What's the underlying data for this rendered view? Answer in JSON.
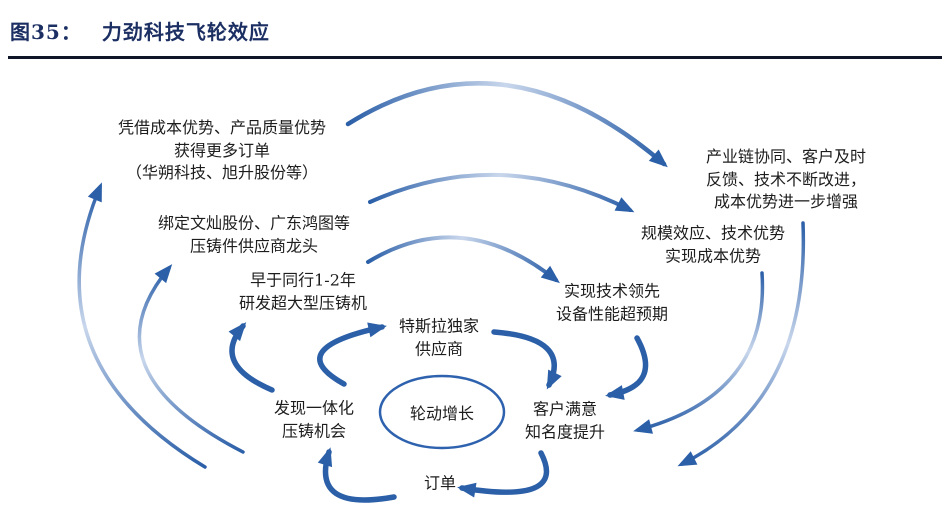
{
  "figure": {
    "label": "图35：",
    "title": "力劲科技飞轮效应"
  },
  "center": {
    "label": "轮动增长"
  },
  "nodes": [
    {
      "id": "outer-top-left",
      "text": "凭借成本优势、产品质量优势\n获得更多订单\n（华朔科技、旭升股份等）"
    },
    {
      "id": "ring3-left",
      "text": "绑定文灿股份、广东鸿图等\n压铸件供应商龙头"
    },
    {
      "id": "ring2-left",
      "text": "早于同行1-2年\n研发超大型压铸机"
    },
    {
      "id": "inner-top",
      "text": "特斯拉独家\n供应商"
    },
    {
      "id": "inner-left",
      "text": "发现一体化\n压铸机会"
    },
    {
      "id": "inner-bottom",
      "text": "订单"
    },
    {
      "id": "inner-right",
      "text": "客户满意\n知名度提升"
    },
    {
      "id": "ring2-right",
      "text": "实现技术领先\n设备性能超预期"
    },
    {
      "id": "ring3-right",
      "text": "规模效应、技术优势\n实现成本优势"
    },
    {
      "id": "outer-top-right",
      "text": "产业链协同、客户及时\n反馈、技术不断改进，\n成本优势进一步增强"
    }
  ],
  "icons": [
    {
      "name": "flywheel-arrow-icon",
      "meaning": "clockwise curved flow arrow"
    }
  ],
  "colors": {
    "arrow_blue": "#2b5fa8",
    "arrow_light_mid": "#c9d7ec",
    "ellipse_stroke": "#2e62ae",
    "title_navy": "#1c2f63",
    "rule_dark": "#0d1526",
    "text": "#1d1d1d",
    "background": "#ffffff"
  }
}
